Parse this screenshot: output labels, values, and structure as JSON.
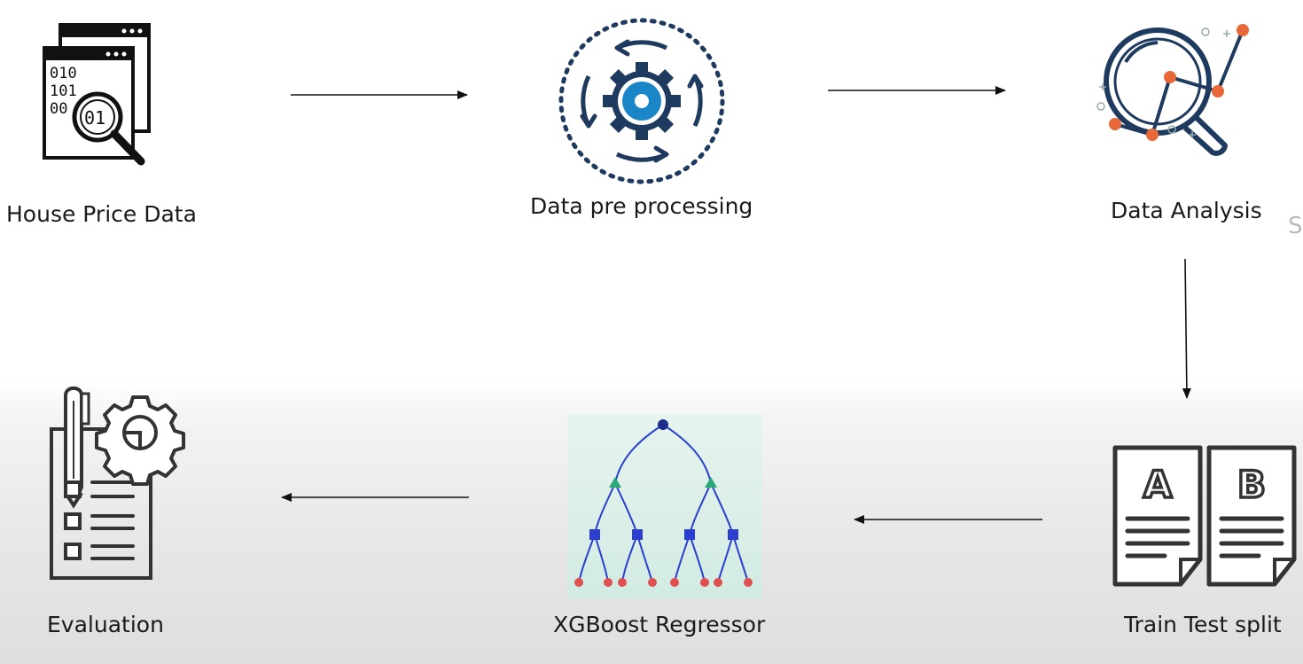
{
  "nodes": {
    "house_price_data": {
      "label": "House Price Data",
      "icon": "data-file-search-icon"
    },
    "data_pre_processing": {
      "label": "Data pre processing",
      "icon": "gear-cycle-icon"
    },
    "data_analysis": {
      "label": "Data Analysis",
      "icon": "magnifier-analytics-icon"
    },
    "train_test_split": {
      "label": "Train Test split",
      "icon": "ab-documents-icon",
      "doc_a": "A",
      "doc_b": "B"
    },
    "xgboost_regressor": {
      "label": "XGBoost Regressor",
      "icon": "decision-tree-icon"
    },
    "evaluation": {
      "label": "Evaluation",
      "icon": "checklist-gear-icon"
    }
  },
  "binary_text": [
    "010",
    "101",
    "00",
    "01"
  ],
  "edge_fragment": "S",
  "colors": {
    "navy": "#1e3a5f",
    "accent_blue": "#1a86c8",
    "orange": "#e8683a",
    "tree_blue": "#2a3fd0",
    "tree_green": "#2aa876",
    "tree_red": "#e05050",
    "arrow": "#111111"
  }
}
